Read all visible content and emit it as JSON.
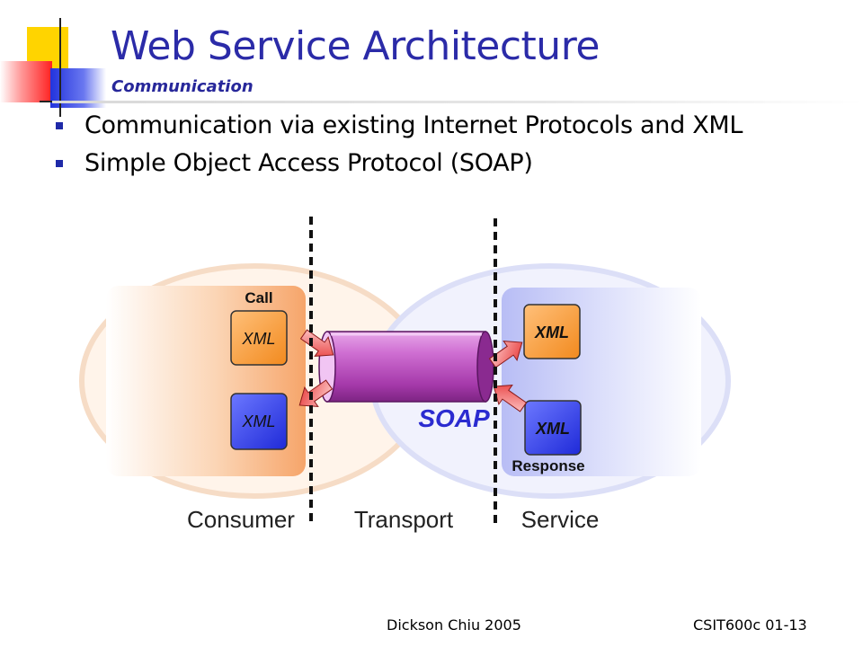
{
  "slide": {
    "title": "Web Service Architecture",
    "subtitle": "Communication",
    "bullets": [
      "Communication via existing Internet Protocols and XML",
      "Simple Object Access Protocol (SOAP)"
    ]
  },
  "diagram": {
    "call_label": "Call",
    "response_label": "Response",
    "consumer_xml_call": "XML",
    "consumer_xml_response": "XML",
    "service_xml_call": "XML",
    "service_xml_response": "XML",
    "transport_label": "SOAP",
    "zones": [
      "Consumer",
      "Transport",
      "Service"
    ]
  },
  "footer": {
    "author": "Dickson Chiu 2005",
    "course": "CSIT600c 01-13"
  },
  "colors": {
    "title": "#2b2ba8",
    "accent_yellow": "#ffd700",
    "accent_red": "#ff2a2a",
    "accent_blue": "#3040e0",
    "orange_zone": "#f7b98a",
    "blue_zone": "#c8ccf8",
    "pipe": "#c04fc4"
  }
}
